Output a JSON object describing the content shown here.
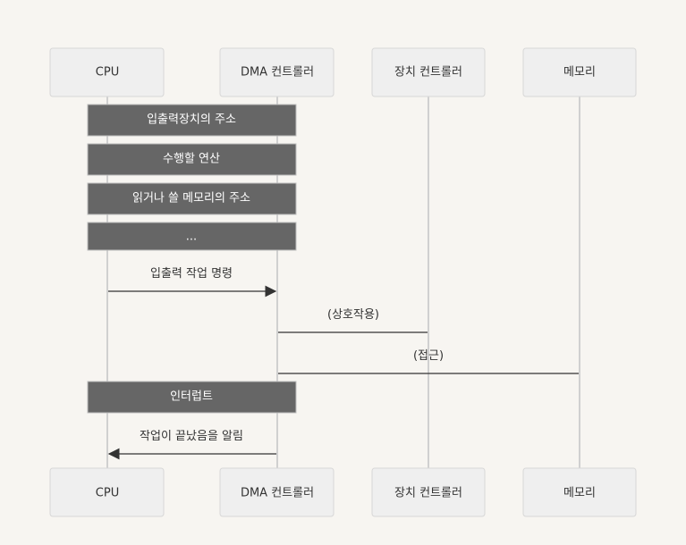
{
  "participants": [
    {
      "id": "cpu",
      "label": "CPU"
    },
    {
      "id": "dma",
      "label": "DMA 컨트롤러"
    },
    {
      "id": "dev",
      "label": "장치 컨트롤러"
    },
    {
      "id": "mem",
      "label": "메모리"
    }
  ],
  "notes": [
    {
      "text": "입출력장치의 주소",
      "over": [
        "cpu",
        "dma"
      ]
    },
    {
      "text": "수행할 연산",
      "over": [
        "cpu",
        "dma"
      ]
    },
    {
      "text": "읽거나 쓸 메모리의 주소",
      "over": [
        "cpu",
        "dma"
      ]
    },
    {
      "text": "...",
      "over": [
        "cpu",
        "dma"
      ]
    }
  ],
  "messages": [
    {
      "text": "입출력 작업 명령",
      "from": "cpu",
      "to": "dma",
      "arrow": true
    },
    {
      "text": "(상호작용)",
      "from": "dma",
      "to": "dev",
      "arrow": false
    },
    {
      "text": "(접근)",
      "from": "dma",
      "to": "mem",
      "arrow": false
    }
  ],
  "note_interrupt": {
    "text": "인터럽트",
    "over": [
      "cpu",
      "dma"
    ]
  },
  "message_done": {
    "text": "작업이 끝났음을 알림",
    "from": "dma",
    "to": "cpu",
    "arrow": true
  },
  "colors": {
    "background": "#f7f5f1",
    "actor_fill": "#efefef",
    "note_fill": "#666666",
    "line": "#333333"
  }
}
